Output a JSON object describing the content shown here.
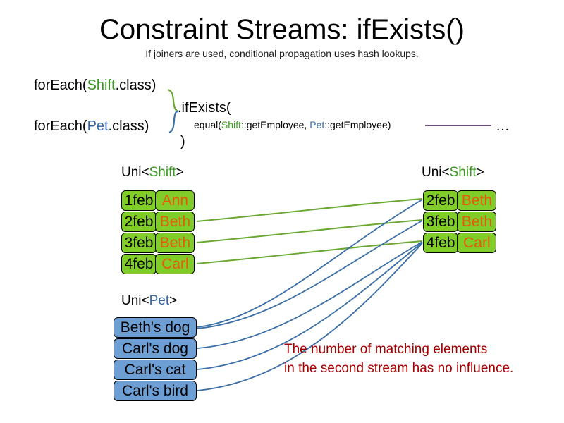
{
  "header": {
    "title": "Constraint Streams: ifExists()",
    "subtitle": "If joiners are used, conditional propagation uses hash lookups."
  },
  "code": {
    "foreach_shift": {
      "prefix": "forEach(",
      "type": "Shift",
      "suffix": ".class)"
    },
    "foreach_pet": {
      "prefix": "forEach(",
      "type": "Pet",
      "suffix": ".class)"
    },
    "if_exists": ".ifExists(",
    "equal": {
      "prefix": "equal(",
      "left_type": "Shift",
      "left_method": "::getEmployee, ",
      "right_type": "Pet",
      "right_method": "::getEmployee)"
    },
    "close_paren": ")",
    "ellipsis": "…"
  },
  "streams": {
    "left_shift": {
      "label_prefix": "Uni<",
      "label_type": "Shift",
      "label_suffix": ">",
      "rows": [
        {
          "date": "1feb",
          "name": "Ann"
        },
        {
          "date": "2feb",
          "name": "Beth"
        },
        {
          "date": "3feb",
          "name": "Beth"
        },
        {
          "date": "4feb",
          "name": "Carl"
        }
      ]
    },
    "right_shift": {
      "label_prefix": "Uni<",
      "label_type": "Shift",
      "label_suffix": ">",
      "rows": [
        {
          "date": "2feb",
          "name": "Beth"
        },
        {
          "date": "3feb",
          "name": "Beth"
        },
        {
          "date": "4feb",
          "name": "Carl"
        }
      ]
    },
    "pet": {
      "label_prefix": "Uni<",
      "label_type": "Pet",
      "label_suffix": ">",
      "rows": [
        {
          "text": "Beth's dog"
        },
        {
          "text": "Carl's dog"
        },
        {
          "text": "Carl's cat"
        },
        {
          "text": "Carl's bird"
        }
      ]
    }
  },
  "caption": {
    "line1": "The number of matching elements",
    "line2": "in the second stream has no influence."
  },
  "colors": {
    "shift_green": "#3a9a1e",
    "pet_blue": "#3465a4",
    "box_green_fill": "#80cc28",
    "box_blue_fill": "#6d9ed4",
    "name_orange": "#e8590c",
    "caption_red": "#a40000",
    "link_green": "#6aa832",
    "link_blue": "#3a6ea5",
    "equal_line_purple": "#6b4f7a"
  }
}
